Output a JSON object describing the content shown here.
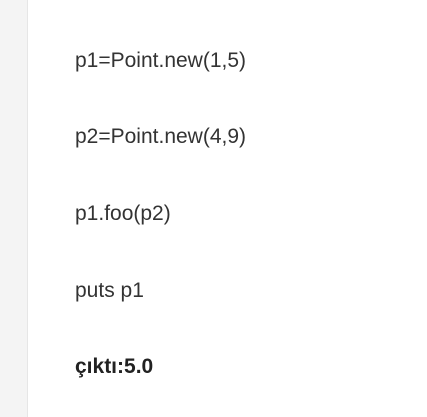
{
  "code_lines": [
    "p1=Point.new(1,5)",
    "p2=Point.new(4,9)",
    "p1.foo(p2)",
    "puts p1"
  ],
  "output_text": "çıktı:5.0",
  "colors": {
    "text": "#333333",
    "output_text": "#222222",
    "gutter": "#f4f4f4",
    "background": "#ffffff"
  }
}
